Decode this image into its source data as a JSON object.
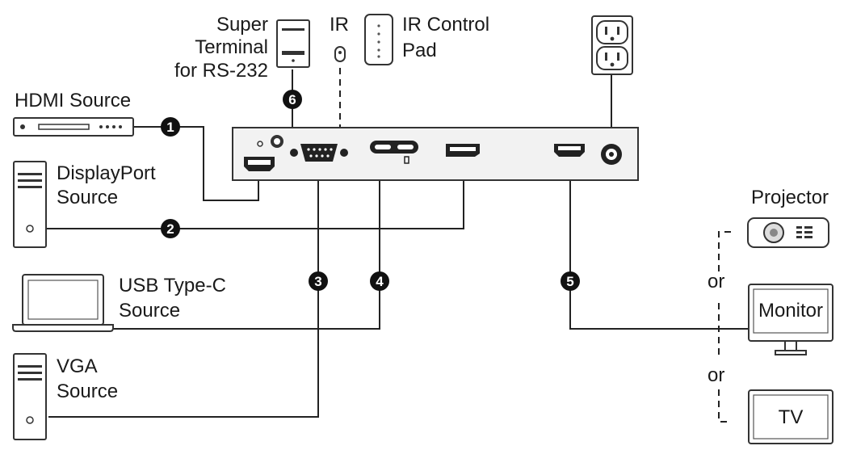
{
  "labels": {
    "super_terminal": [
      "Super",
      "Terminal",
      "for RS-232"
    ],
    "ir": "IR",
    "ir_pad": [
      "IR Control",
      "Pad"
    ],
    "hdmi_source": "HDMI Source",
    "displayport_source": [
      "DisplayPort",
      "Source"
    ],
    "usbc_source": [
      "USB Type-C",
      "Source"
    ],
    "vga_source": [
      "VGA",
      "Source"
    ],
    "projector": "Projector",
    "monitor": "Monitor",
    "tv": "TV",
    "or": "or"
  },
  "markers": [
    "1",
    "2",
    "3",
    "4",
    "5",
    "6"
  ],
  "colors": {
    "line": "#222222",
    "marker": "#111111",
    "device_fill": "#ffffff",
    "panel_fill": "#f2f2f2"
  }
}
